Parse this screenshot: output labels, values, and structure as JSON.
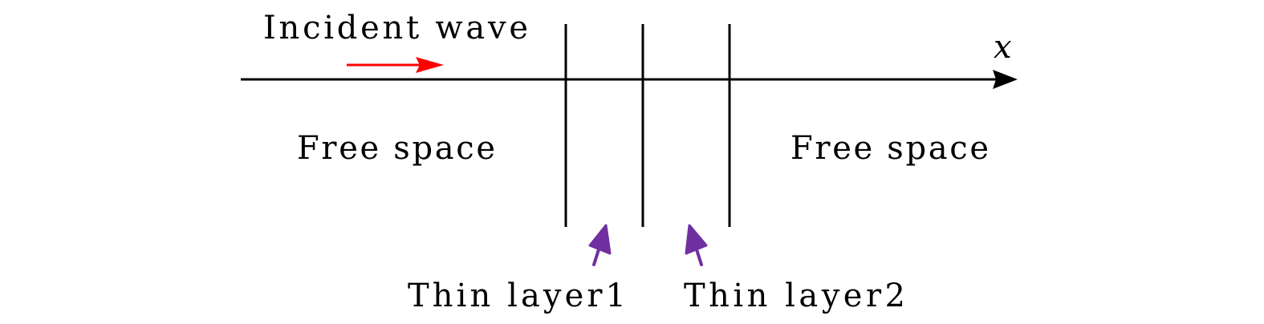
{
  "labels": {
    "incident_wave": "Incident wave",
    "free_space_left": "Free space",
    "free_space_right": "Free space",
    "thin_layer1": "Thin layer1",
    "thin_layer2": "Thin layer2",
    "axis_x": "x"
  },
  "colors": {
    "incident_arrow": "#ff0000",
    "layer_pointer": "#7030a0",
    "lines": "#000000"
  }
}
